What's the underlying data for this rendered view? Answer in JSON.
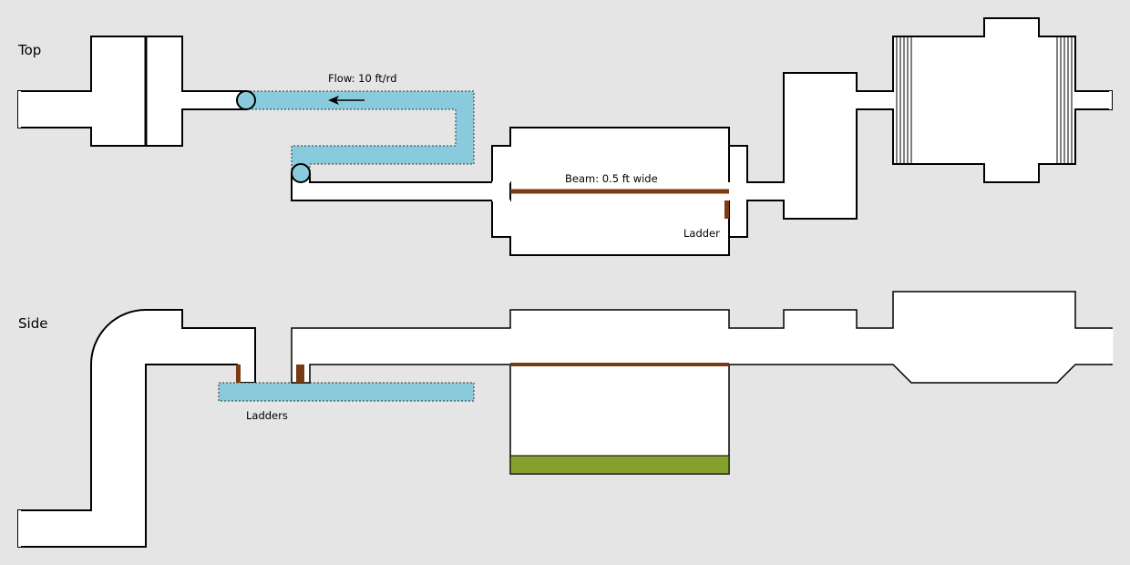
{
  "views": {
    "top": "Top",
    "side": "Side"
  },
  "annotations": {
    "flow": "Flow: 10 ft/rd",
    "beam": "Beam: 0.5 ft wide",
    "ladder": "Ladder",
    "ladders": "Ladders"
  },
  "colors": {
    "background": "#e5e5e5",
    "water": "#89cbdc",
    "wood": "#7b3a10",
    "grass": "#86a02f",
    "structure_fill": "#ffffff",
    "outline": "#000000"
  }
}
